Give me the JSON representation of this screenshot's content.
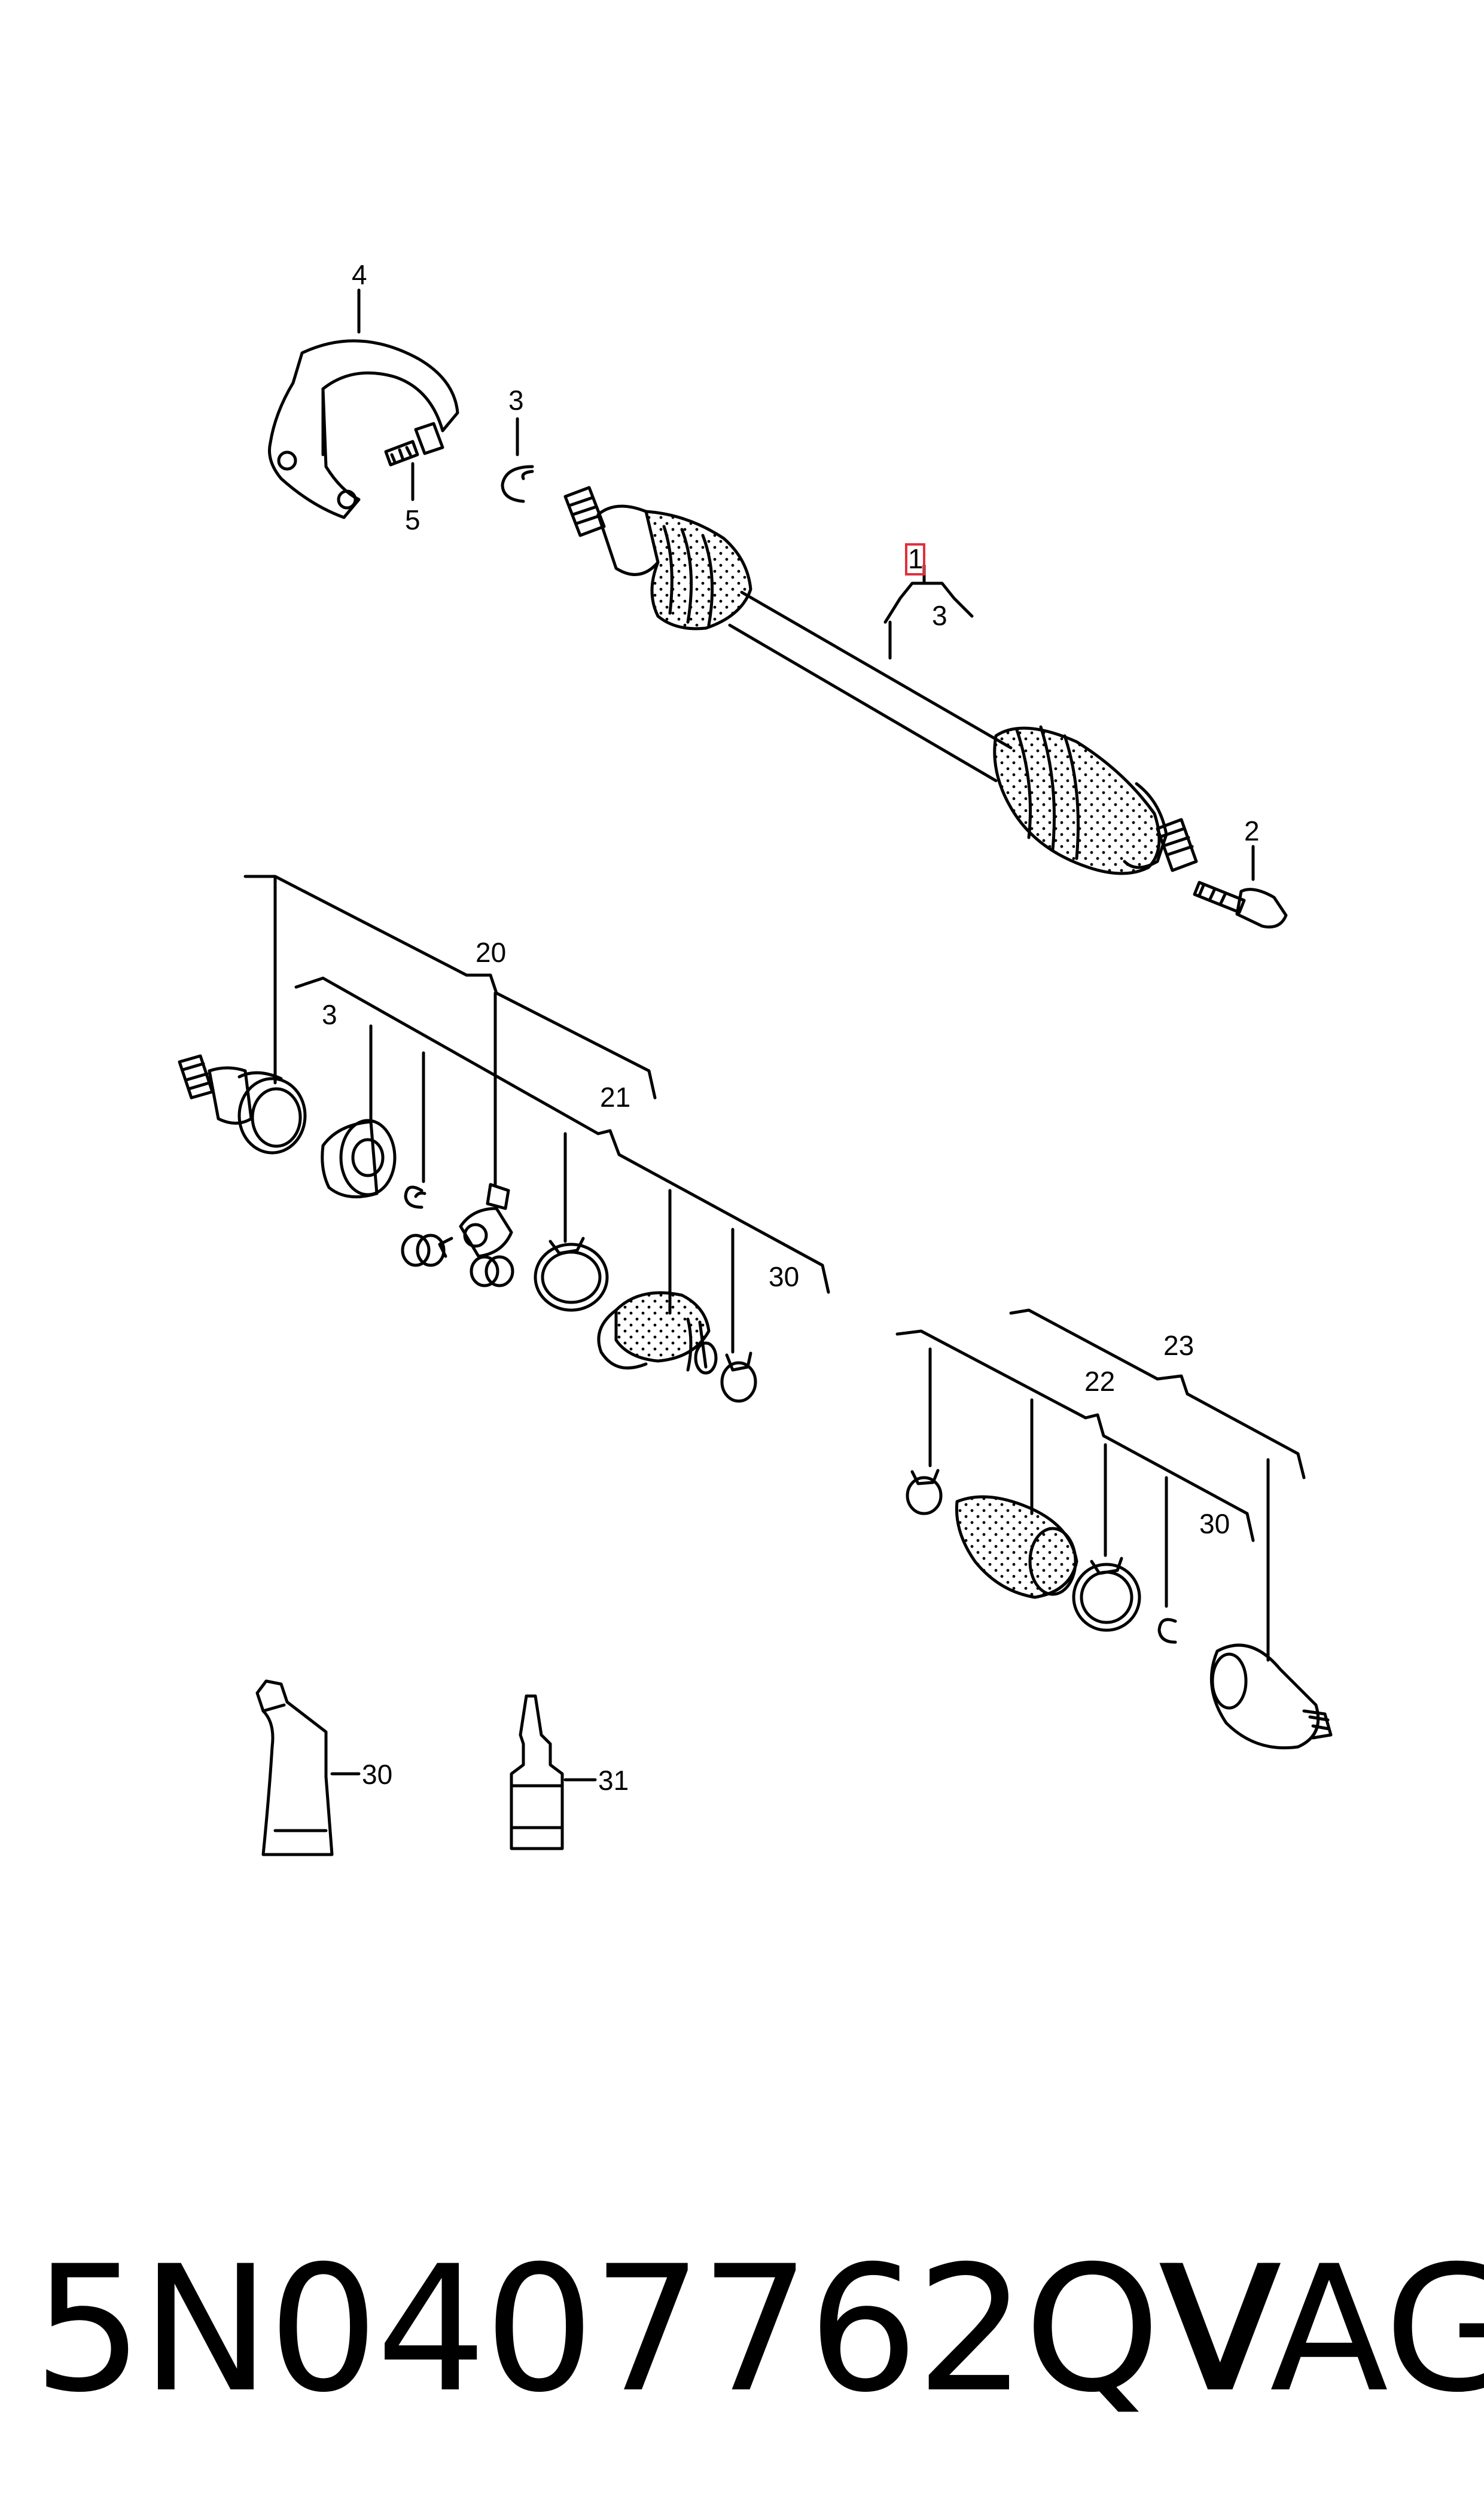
{
  "colors": {
    "ink": "#000000",
    "paper": "#ffffff",
    "highlight": "#e0303a"
  },
  "labels": {
    "shaft_guard": "4",
    "guard_bolt": "5",
    "circlip_top": "3",
    "drive_shaft": "1",
    "drive_shaft_sub": "3",
    "hub_bolt": "2",
    "kit_outer_joint": "20",
    "circlip_kit": "3",
    "kit_repair": "21",
    "grease_kit_outer": "30",
    "kit_inner_joint": "23",
    "kit_inner_boot": "22",
    "grease_kit_inner": "30",
    "grease_tube": "30",
    "sealant_bottle": "31"
  },
  "footer": {
    "part_number": "5N0407762QV",
    "brand": "VAG"
  }
}
